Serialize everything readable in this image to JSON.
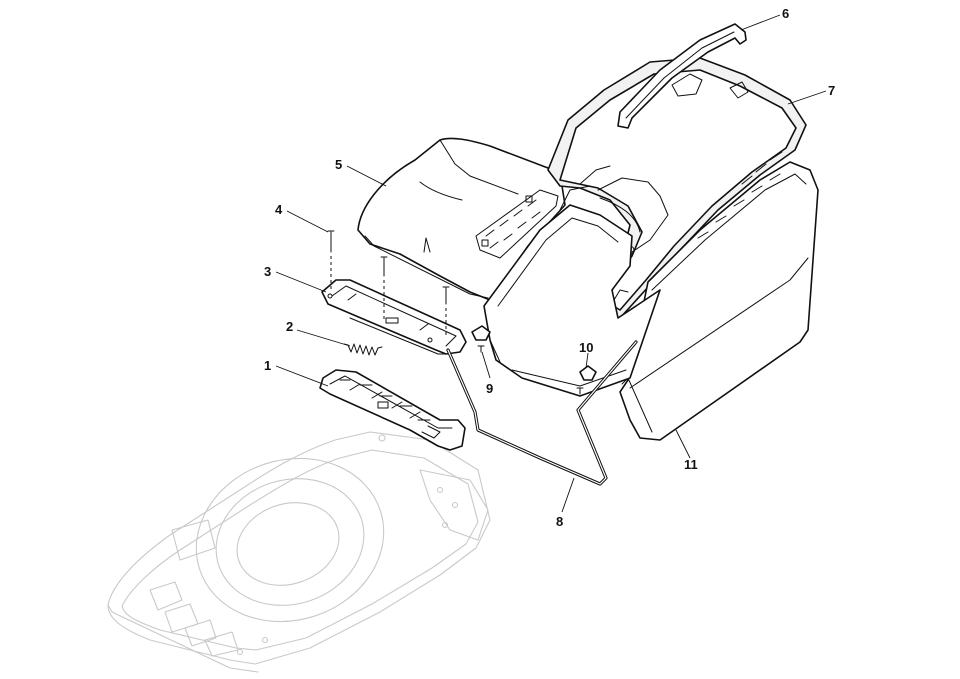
{
  "callouts": [
    {
      "id": "1",
      "label": "1"
    },
    {
      "id": "2",
      "label": "2"
    },
    {
      "id": "3",
      "label": "3"
    },
    {
      "id": "4",
      "label": "4"
    },
    {
      "id": "5",
      "label": "5"
    },
    {
      "id": "6",
      "label": "6"
    },
    {
      "id": "7",
      "label": "7"
    },
    {
      "id": "8",
      "label": "8"
    },
    {
      "id": "9",
      "label": "9"
    },
    {
      "id": "10",
      "label": "10"
    },
    {
      "id": "11",
      "label": "11"
    }
  ],
  "colors": {
    "line": "#111111",
    "ghost": "#c9c9c9",
    "background": "#ffffff"
  }
}
